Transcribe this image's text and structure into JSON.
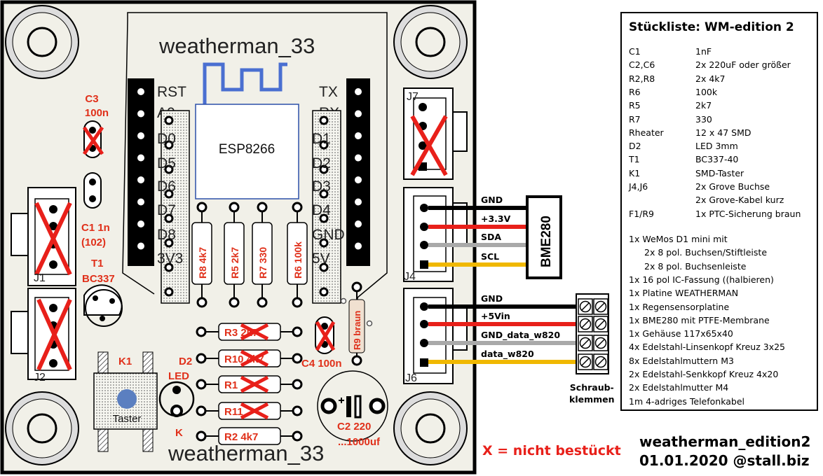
{
  "pcb": {
    "title_top": "weatherman_33",
    "title_bottom": "weatherman_33",
    "module": "ESP8266",
    "pin_rst": "RST",
    "pin_tx": "TX",
    "pin_a0": "A0",
    "pin_rx": "RX",
    "left_pins": [
      "D0",
      "D5",
      "D6",
      "D7",
      "D8",
      "3V3"
    ],
    "right_pins": [
      "D1",
      "D2",
      "D3",
      "D4",
      "GND",
      "5V"
    ],
    "colors": {
      "board": "#f1f0e8",
      "cross": "#e8201a",
      "label_red": "#e0301a",
      "wire_red": "#e8201a",
      "wire_gray": "#a9a9a9",
      "wire_yellow": "#f0b800",
      "module_border": "#2b4fa8",
      "wire_blue": "#4a6fd1"
    }
  },
  "components": {
    "c3": "C3",
    "c3_value": "100n",
    "c1": "C1  1n",
    "c1_code": "(102)",
    "t1": "T1",
    "t1_type": "BC337",
    "j1": "J1",
    "j2": "J2",
    "j4": "J4",
    "j6": "J6",
    "j7": "J7",
    "k1": "K1",
    "taster": "Taster",
    "d2": "D2",
    "led": "LED",
    "k": "K",
    "r8": "R8 4k7",
    "r5": "R5 2k7",
    "r7": "R7 330",
    "r6": "R6 100k",
    "r3": "R3 2k7",
    "r10": "R10 4k7",
    "r1": "R1",
    "r11": "R11",
    "r2": "R2  4k7",
    "r9": "R9 braun",
    "c4": "C4 100n",
    "c2": "C2 220",
    "c2_range": "...1000uf"
  },
  "sensor": {
    "name": "BME280",
    "wires": [
      "GND",
      "+3.3V",
      "SDA",
      "SCL"
    ]
  },
  "terminal": {
    "wires": [
      "GND",
      "+5Vin",
      "GND_data_w820",
      "data_w820"
    ],
    "label_line1": "Schraub-",
    "label_line2": "klemmen"
  },
  "bom": {
    "title": "Stückliste: WM-edition  2",
    "rows": [
      {
        "ref": "C1",
        "part": "1nF"
      },
      {
        "ref": "C2,C6",
        "part": "2x  220uF oder größer"
      },
      {
        "ref": "R2,R8",
        "part": "2x 4k7"
      },
      {
        "ref": "R6",
        "part": "100k"
      },
      {
        "ref": "R5",
        "part": "2k7"
      },
      {
        "ref": "R7",
        "part": "330"
      },
      {
        "ref": "Rheater",
        "part": "12 x 47 SMD"
      },
      {
        "ref": "D2",
        "part": "LED 3mm"
      },
      {
        "ref": "T1",
        "part": "BC337-40"
      },
      {
        "ref": "K1",
        "part": "SMD-Taster"
      },
      {
        "ref": "J4,J6",
        "part": "2x Grove Buchse"
      },
      {
        "ref": "",
        "part": "2x Grove-Kabel kurz"
      },
      {
        "ref": "F1/R9",
        "part": "1x  PTC-Sicherung braun"
      }
    ],
    "items": [
      "1x   WeMos D1 mini  mit",
      "2x  8 pol. Buchsen/Stiftleiste",
      "2x  8 pol. Buchsenleiste",
      "1x   16 pol IC-Fassung  ((halbieren)",
      "1x   Platine  WEATHERMAN",
      "1x   Regensensorplatine",
      "1x   BME280 mit PTFE-Membrane",
      "1x   Gehäuse 117x65x40",
      "4x    Edelstahl-Linsenkopf Kreuz 3x25",
      "8x    Edelstahlmuttern M3",
      "2x    Edelstahl-Senkkopf Kreuz 4x20",
      "2x    Edelstahlmutter M4",
      "1m   4-adriges Telefonkabel"
    ]
  },
  "legend": "X  =  nicht bestückt",
  "edition": {
    "line1": "weatherman_edition2",
    "line2": "01.01.2020  @stall.biz"
  }
}
